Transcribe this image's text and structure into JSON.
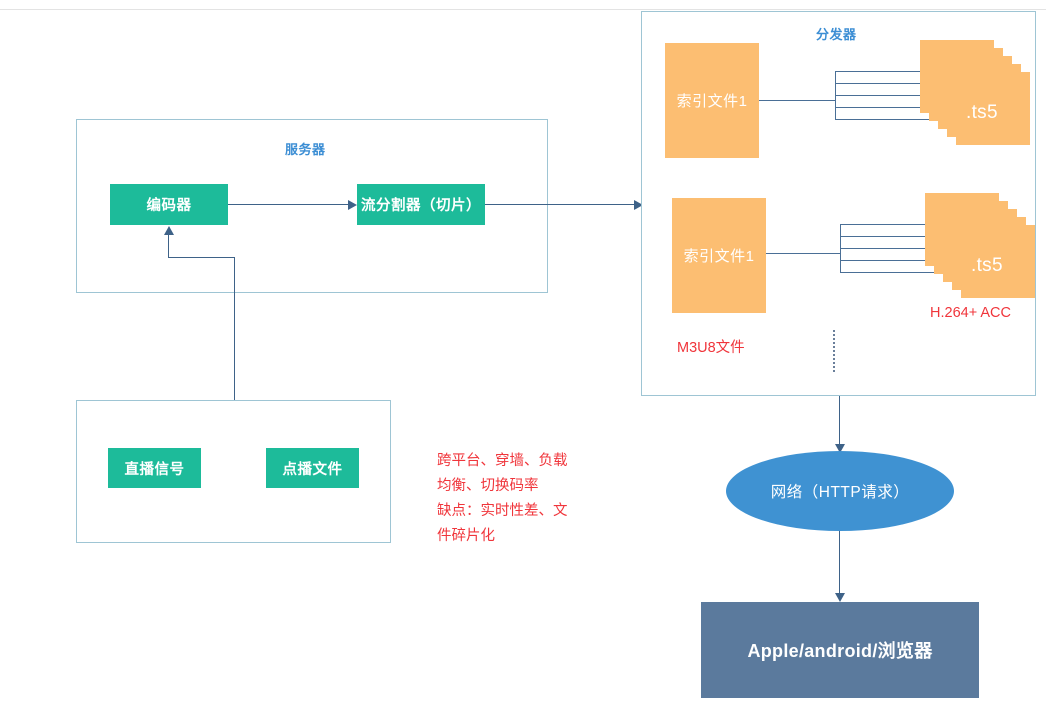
{
  "diagram": {
    "title_server": "服务器",
    "title_distributor": "分发器"
  },
  "server": {
    "encoder_label": "编码器",
    "splitter_label": "流分割器（切片）",
    "source_live_label": "直播信号",
    "source_vod_label": "点播文件"
  },
  "distributor": {
    "index_file_1": "索引文件1",
    "index_file_2": "索引文件1",
    "ts_label_1": ".ts5",
    "ts_label_2": ".ts5",
    "m3u8_label": "M3U8文件",
    "codec_label": "H.264+ ACC",
    "ellipsis": "⋮"
  },
  "delivery": {
    "network_label": "网络（HTTP请求）",
    "client_label": "Apple/android/浏览器"
  },
  "notes": {
    "pros_cons": "跨平台、穿墙、负载\n均衡、切换码率\n缺点：实时性差、文\n件碎片化"
  },
  "colors": {
    "green": "#1dbb9a",
    "orange": "#fcbe72",
    "blue_ellipse": "#3f92d2",
    "slate": "#5b7a9d",
    "red": "#f0353b",
    "title_blue": "#3c8ed4",
    "container_border": "#9ec5d4",
    "connector": "#3e6288"
  }
}
